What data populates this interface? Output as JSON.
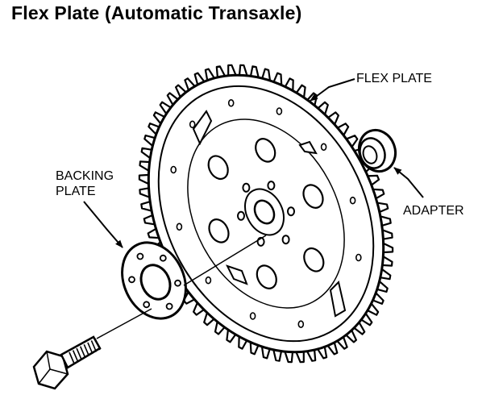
{
  "title": "Flex Plate (Automatic Transaxle)",
  "labels": {
    "flex_plate": "FLEX PLATE",
    "adapter": "ADAPTER",
    "backing_plate_line1": "BACKING",
    "backing_plate_line2": "PLATE"
  },
  "flex_plate": {
    "teeth": 64
  }
}
